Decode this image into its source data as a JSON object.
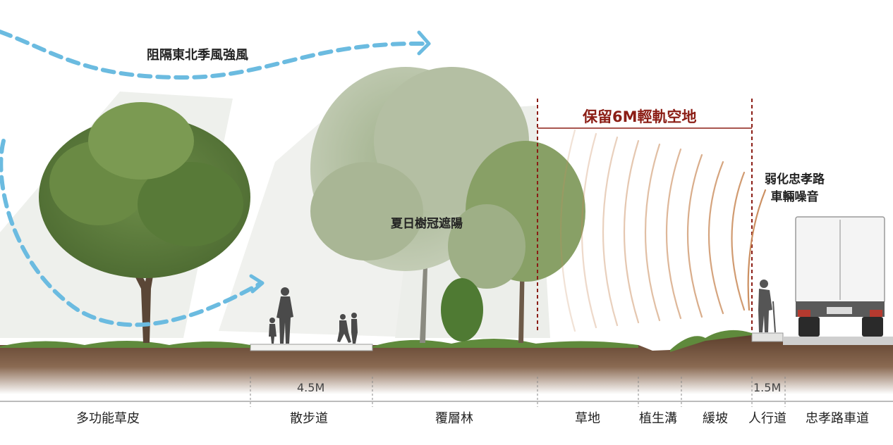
{
  "annotations": {
    "wind": "阻隔東北季風強風",
    "rail_reserve": "保留6M輕軌空地",
    "summer_shade": "夏日樹冠遮陽",
    "noise_line1": "弱化忠孝路",
    "noise_line2": "車輛噪音"
  },
  "dimensions": {
    "walkway": "4.5M",
    "sidewalk": "1.5M"
  },
  "zones": [
    "多功能草皮",
    "散步道",
    "覆層林",
    "草地",
    "植生溝",
    "緩坡",
    "人行道",
    "忠孝路車道"
  ],
  "colors": {
    "wind_arrow": "#6bbbe0",
    "rail_marker": "#8b1d15",
    "noise_wave": "#c98a5a",
    "soil": "#6b4a33",
    "grass": "#5f8a3c"
  }
}
